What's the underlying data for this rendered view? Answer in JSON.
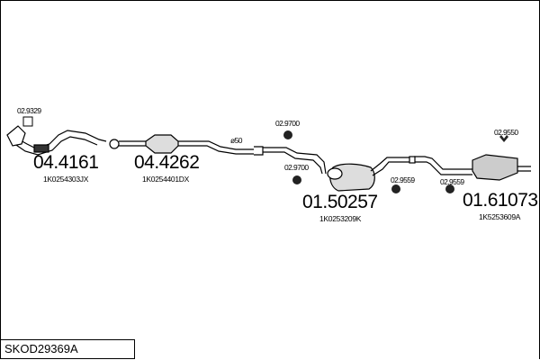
{
  "parts": [
    {
      "number": "04.4161",
      "oe": "1K0254303JX"
    },
    {
      "number": "04.4262",
      "oe": "1K0254401DX"
    },
    {
      "number": "01.50257",
      "oe": "1K0253209K"
    },
    {
      "number": "01.61073",
      "oe": "1K5253609A"
    }
  ],
  "accessories": [
    "02.9329",
    "02.9700",
    "02.9700",
    "02.9559",
    "02.9559",
    "02.9550"
  ],
  "pipe_diameter": "ø50",
  "diagram_code": "SKOD29369A"
}
